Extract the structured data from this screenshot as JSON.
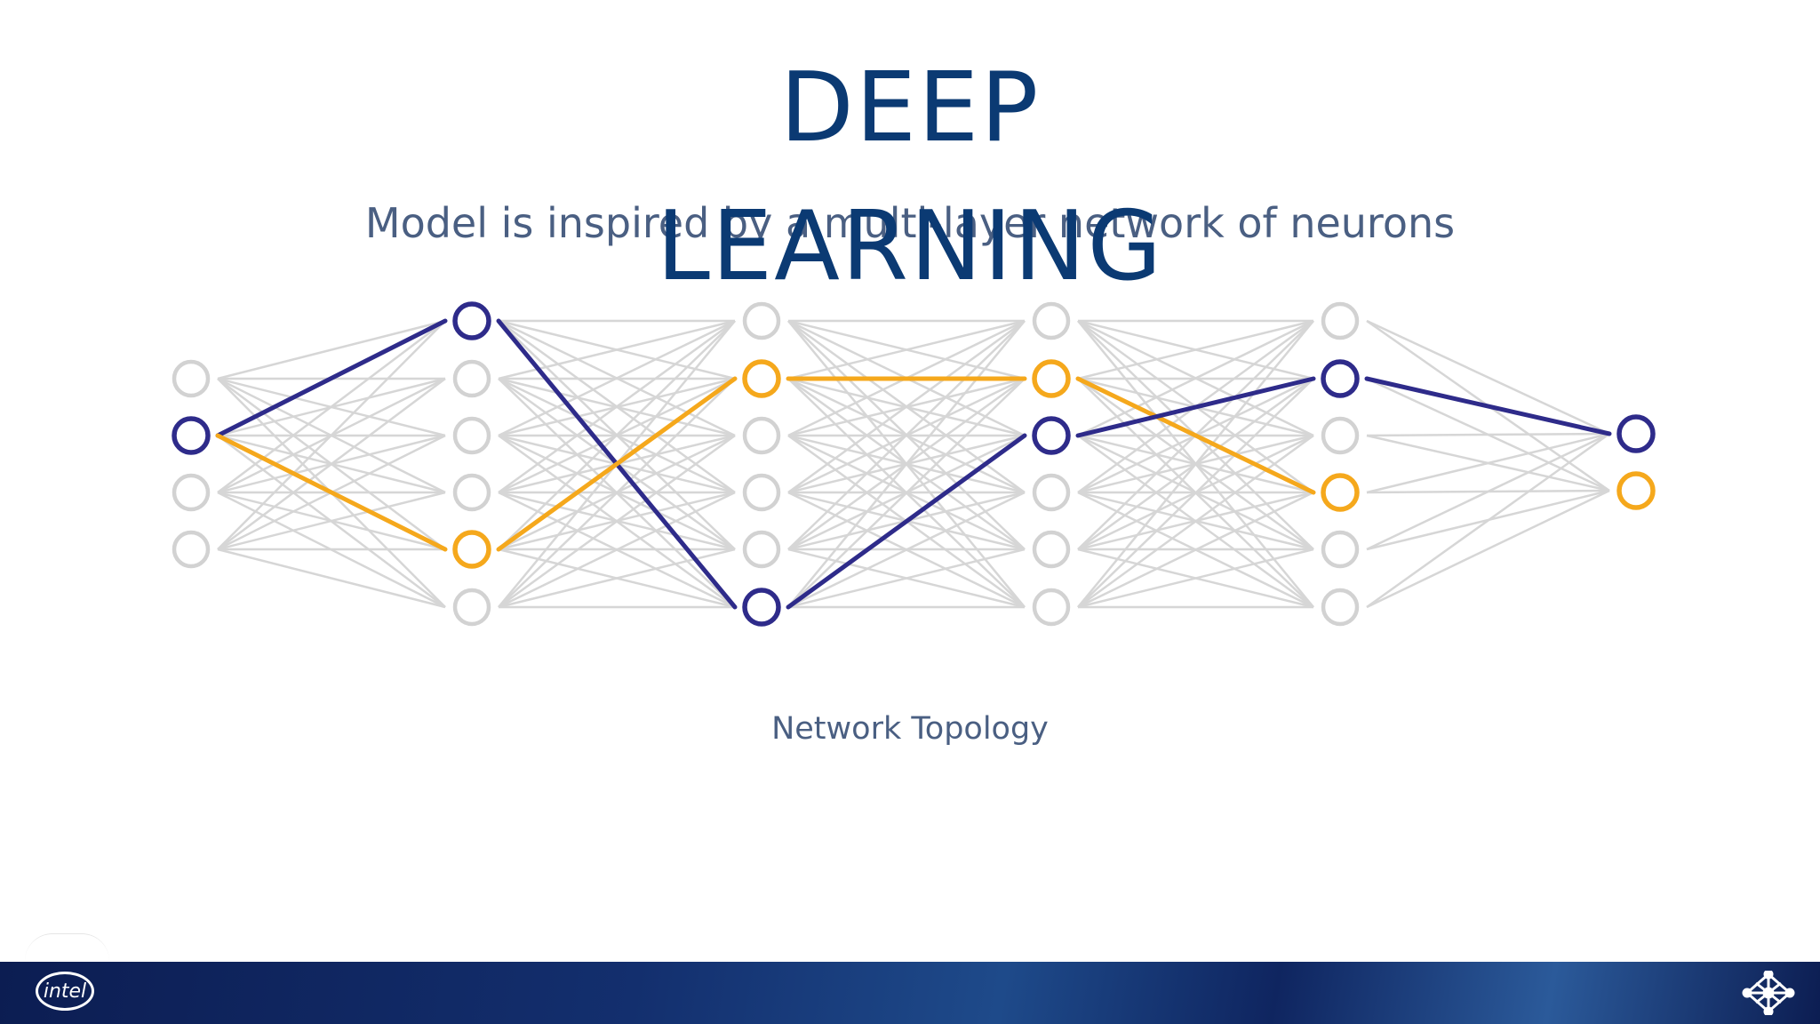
{
  "title": {
    "line1": "DEEP",
    "line2": "LEARNING"
  },
  "subtitle": "Model is inspired by a multi-layer network of neurons",
  "caption": "Network Topology",
  "footer": {
    "logo_text": "intel"
  },
  "colors": {
    "title": "#0b3a73",
    "text": "#4a5f82",
    "neuron_gray": "#d2d2d2",
    "edge_gray": "#d6d6d6",
    "path_blue": "#2e2b8a",
    "path_orange": "#f5a81c",
    "footer": "#132f6e"
  },
  "network": {
    "layers": [
      {
        "neurons": [
          "gray",
          "blue",
          "gray",
          "gray"
        ]
      },
      {
        "neurons": [
          "blue",
          "gray",
          "gray",
          "gray",
          "orange",
          "gray"
        ]
      },
      {
        "neurons": [
          "gray",
          "orange",
          "gray",
          "gray",
          "gray",
          "blue"
        ]
      },
      {
        "neurons": [
          "gray",
          "orange",
          "blue",
          "gray",
          "gray",
          "gray"
        ]
      },
      {
        "neurons": [
          "gray",
          "blue",
          "gray",
          "orange",
          "gray",
          "gray"
        ]
      },
      {
        "neurons": [
          "blue",
          "orange"
        ]
      }
    ],
    "highlighted_connections": [
      {
        "from": [
          0,
          1
        ],
        "to": [
          1,
          0
        ],
        "color": "blue"
      },
      {
        "from": [
          0,
          1
        ],
        "to": [
          1,
          4
        ],
        "color": "orange"
      },
      {
        "from": [
          1,
          0
        ],
        "to": [
          2,
          5
        ],
        "color": "blue"
      },
      {
        "from": [
          1,
          4
        ],
        "to": [
          2,
          1
        ],
        "color": "orange"
      },
      {
        "from": [
          2,
          1
        ],
        "to": [
          3,
          1
        ],
        "color": "orange"
      },
      {
        "from": [
          2,
          5
        ],
        "to": [
          3,
          2
        ],
        "color": "blue"
      },
      {
        "from": [
          3,
          1
        ],
        "to": [
          4,
          3
        ],
        "color": "orange"
      },
      {
        "from": [
          3,
          2
        ],
        "to": [
          4,
          1
        ],
        "color": "blue"
      },
      {
        "from": [
          4,
          1
        ],
        "to": [
          5,
          0
        ],
        "color": "blue"
      }
    ]
  }
}
